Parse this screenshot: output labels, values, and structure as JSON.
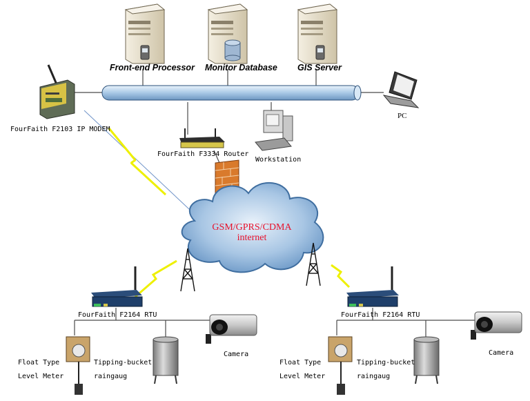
{
  "servers": {
    "frontend": "Front-end Processor",
    "database": "Monitor Database",
    "gis": "GIS Server"
  },
  "devices": {
    "modem": "FourFaith F2103 IP MODEM",
    "router": "FourFaith F3334 Router",
    "workstation": "Workstation",
    "pc": "PC"
  },
  "cloud": {
    "line1": "GSM/GPRS/CDMA",
    "line2": "internet"
  },
  "left_site": {
    "rtu": "FourFaith F2164 RTU",
    "float_1": "Float Type",
    "float_2": "Level Meter",
    "tipping_1": "Tipping-bucket",
    "tipping_2": "raingaug",
    "camera": "Camera"
  },
  "right_site": {
    "rtu": "FourFaith F2164 RTU",
    "float_1": "Float Type",
    "float_2": "Level Meter",
    "tipping_1": "Tipping-bucket",
    "tipping_2": "raingaug",
    "camera": "Camera"
  },
  "colors": {
    "bus": "#a9c9e6",
    "cloud": "#7ea9d4",
    "cloud_text": "#e8102a",
    "lightning": "#eef000",
    "device_green": "#d6c64a",
    "rtu_blue": "#1f3f6a"
  }
}
